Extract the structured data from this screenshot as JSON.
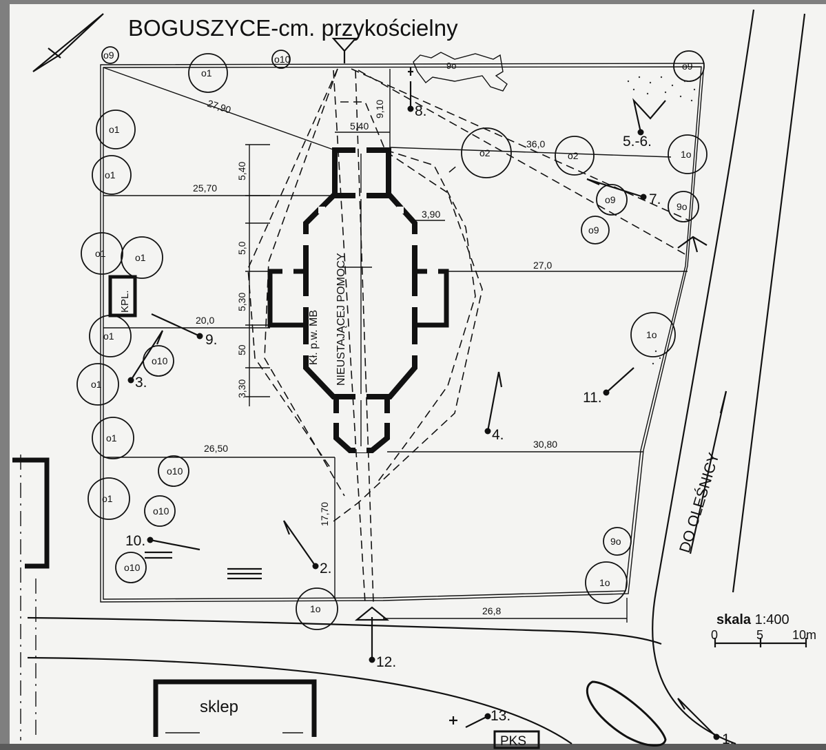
{
  "title": "BOGUSZYCE-cm. przykościelny",
  "church_label": {
    "line1": "Kł. p.w. MB",
    "line2": "NIEUSTAJĄCEJ POMOCY"
  },
  "road_label": "DO OLEŚNICY",
  "building_labels": {
    "shop": "sklep",
    "bus": "PKS",
    "kpl": "KPL."
  },
  "scale": {
    "label_bold": "skala",
    "label_rest": " 1:400",
    "ticks": [
      "0",
      "5",
      "10m"
    ]
  },
  "dimensions": [
    "27,90",
    "9,10",
    "5,40",
    "36,0",
    "5,40",
    "25,70",
    "3,90",
    "5,0",
    "27,0",
    "5,30",
    "20,0",
    "50",
    "3,30",
    "26,50",
    "30,80",
    "17,70",
    "26,8"
  ],
  "points": [
    "1.",
    "2.",
    "3.",
    "4.",
    "5.-6.",
    "7.",
    "8.",
    "9.",
    "10.",
    "11.",
    "12.",
    "13."
  ],
  "trees": [
    {
      "label": "o9"
    },
    {
      "label": "o10"
    },
    {
      "label": "o1"
    },
    {
      "label": "o9"
    },
    {
      "label": "o1"
    },
    {
      "label": "o1"
    },
    {
      "label": "o1"
    },
    {
      "label": "o1"
    },
    {
      "label": "o1"
    },
    {
      "label": "o1"
    },
    {
      "label": "o10"
    },
    {
      "label": "o1"
    },
    {
      "label": "o10"
    },
    {
      "label": "o1"
    },
    {
      "label": "o10"
    },
    {
      "label": "o10"
    },
    {
      "label": "1o"
    },
    {
      "label": "o2"
    },
    {
      "label": "o2"
    },
    {
      "label": "1o"
    },
    {
      "label": "o9"
    },
    {
      "label": "o9"
    },
    {
      "label": "9o"
    },
    {
      "label": "1o"
    },
    {
      "label": "9o"
    },
    {
      "label": "1o"
    }
  ]
}
